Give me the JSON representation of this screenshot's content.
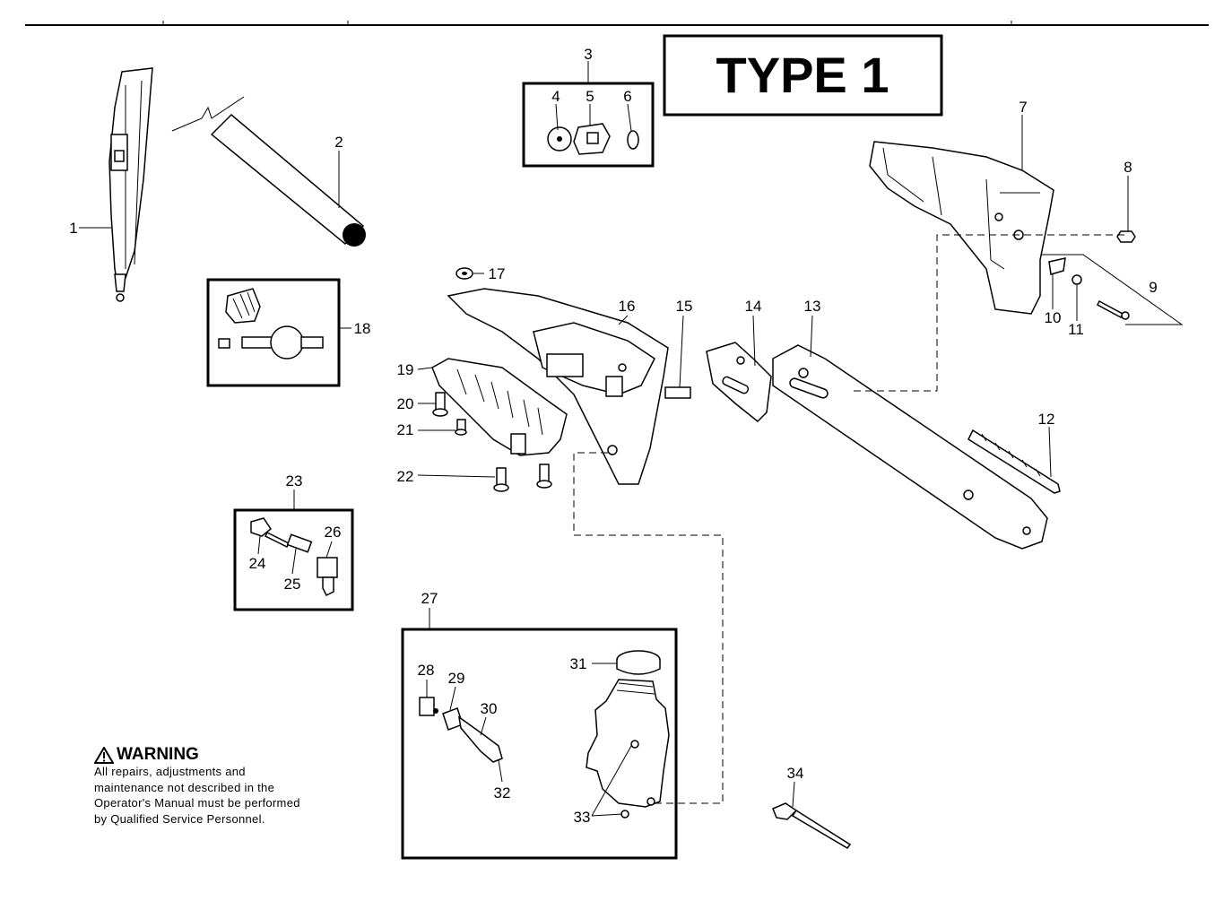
{
  "title": "TYPE 1",
  "warning": {
    "heading": "WARNING",
    "icon": "warning-triangle-icon",
    "text": "All repairs, adjustments and maintenance not described in the Operator's Manual must be performed by Qualified Service Personnel."
  },
  "callouts": {
    "c1": "1",
    "c2": "2",
    "c3": "3",
    "c4": "4",
    "c5": "5",
    "c6": "6",
    "c7": "7",
    "c8": "8",
    "c9": "9",
    "c10": "10",
    "c11": "11",
    "c12": "12",
    "c13": "13",
    "c14": "14",
    "c15": "15",
    "c16": "16",
    "c17": "17",
    "c18": "18",
    "c19": "19",
    "c20": "20",
    "c21": "21",
    "c22": "22",
    "c23": "23",
    "c24": "24",
    "c25": "25",
    "c26": "26",
    "c27": "27",
    "c28": "28",
    "c29": "29",
    "c30": "30",
    "c31": "31",
    "c32": "32",
    "c33": "33",
    "c34": "34"
  }
}
